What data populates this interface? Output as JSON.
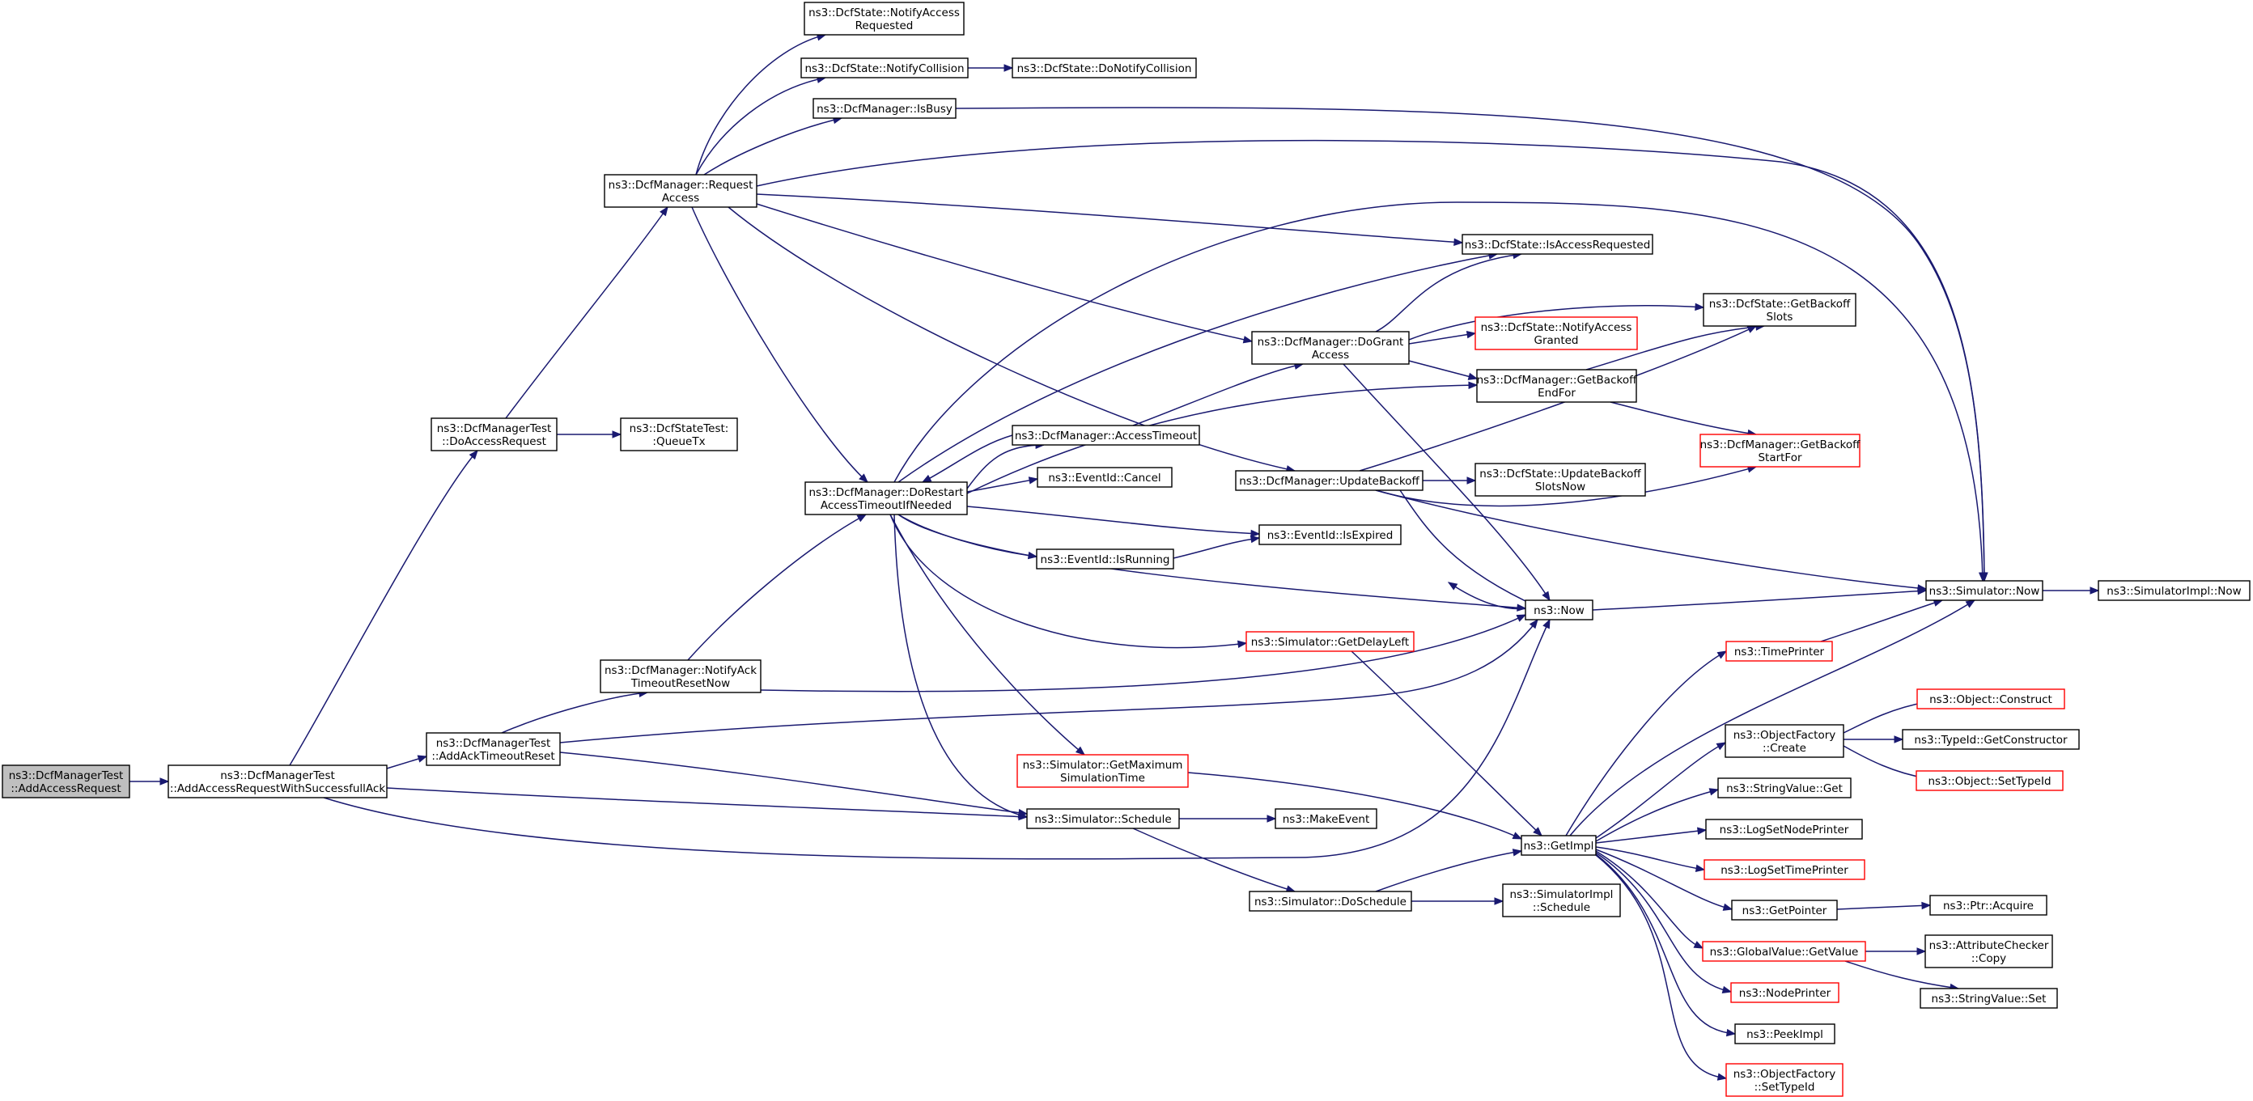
{
  "colors": {
    "edge": "#191970",
    "node_border": "#000000",
    "node_border_truncated": "#ff0000",
    "node_fill": "#ffffff",
    "root_fill": "#bfbfbf",
    "text": "#000000"
  },
  "nodes": [
    {
      "id": "root",
      "lines": [
        "ns3::DcfManagerTest",
        "::AddAccessRequest"
      ],
      "root": true
    },
    {
      "id": "n_addacc",
      "lines": [
        "ns3::DcfManagerTest",
        "::AddAccessRequestWithSuccessfullAck"
      ]
    },
    {
      "id": "n_doaccreq",
      "lines": [
        "ns3::DcfManagerTest",
        "::DoAccessRequest"
      ]
    },
    {
      "id": "n_queuetx",
      "lines": [
        "ns3::DcfStateTest:",
        ":QueueTx"
      ]
    },
    {
      "id": "n_reqacc",
      "lines": [
        "ns3::DcfManager::Request",
        "Access"
      ]
    },
    {
      "id": "n_notifyaccreq",
      "lines": [
        "ns3::DcfState::NotifyAccess",
        "Requested"
      ]
    },
    {
      "id": "n_notifycoll",
      "lines": [
        "ns3::DcfState::NotifyCollision"
      ]
    },
    {
      "id": "n_donotifycoll",
      "lines": [
        "ns3::DcfState::DoNotifyCollision"
      ]
    },
    {
      "id": "n_isbusy",
      "lines": [
        "ns3::DcfManager::IsBusy"
      ]
    },
    {
      "id": "n_isaccreq",
      "lines": [
        "ns3::DcfState::IsAccessRequested"
      ]
    },
    {
      "id": "n_getbackoffslots",
      "lines": [
        "ns3::DcfState::GetBackoff",
        "Slots"
      ]
    },
    {
      "id": "n_dogrant",
      "lines": [
        "ns3::DcfManager::DoGrant",
        "Access"
      ]
    },
    {
      "id": "n_notifyaccgranted",
      "lines": [
        "ns3::DcfState::NotifyAccess",
        "Granted"
      ],
      "truncated": true
    },
    {
      "id": "n_getbackoffendfor",
      "lines": [
        "ns3::DcfManager::GetBackoff",
        "EndFor"
      ]
    },
    {
      "id": "n_getbackoffstartfor",
      "lines": [
        "ns3::DcfManager::GetBackoff",
        "StartFor"
      ],
      "truncated": true
    },
    {
      "id": "n_acctimeout",
      "lines": [
        "ns3::DcfManager::AccessTimeout"
      ]
    },
    {
      "id": "n_updatebackoff",
      "lines": [
        "ns3::DcfManager::UpdateBackoff"
      ]
    },
    {
      "id": "n_updbackoffslots",
      "lines": [
        "ns3::DcfState::UpdateBackoff",
        "SlotsNow"
      ]
    },
    {
      "id": "n_dorestart",
      "lines": [
        "ns3::DcfManager::DoRestart",
        "AccessTimeoutIfNeeded"
      ]
    },
    {
      "id": "n_cancel",
      "lines": [
        "ns3::EventId::Cancel"
      ]
    },
    {
      "id": "n_isrunning",
      "lines": [
        "ns3::EventId::IsRunning"
      ]
    },
    {
      "id": "n_isexpired",
      "lines": [
        "ns3::EventId::IsExpired"
      ]
    },
    {
      "id": "n_now",
      "lines": [
        "ns3::Now"
      ]
    },
    {
      "id": "n_simnow",
      "lines": [
        "ns3::Simulator::Now"
      ]
    },
    {
      "id": "n_simimplnow",
      "lines": [
        "ns3::SimulatorImpl::Now"
      ]
    },
    {
      "id": "n_getdelayleft",
      "lines": [
        "ns3::Simulator::GetDelayLeft"
      ],
      "truncated": true
    },
    {
      "id": "n_timeprinter",
      "lines": [
        "ns3::TimePrinter"
      ],
      "truncated": true
    },
    {
      "id": "n_notifyacktimeout",
      "lines": [
        "ns3::DcfManager::NotifyAck",
        "TimeoutResetNow"
      ]
    },
    {
      "id": "n_addacktimeoutreset",
      "lines": [
        "ns3::DcfManagerTest",
        "::AddAckTimeoutReset"
      ]
    },
    {
      "id": "n_objfactcreate",
      "lines": [
        "ns3::ObjectFactory",
        "::Create"
      ]
    },
    {
      "id": "n_objconstruct",
      "lines": [
        "ns3::Object::Construct"
      ],
      "truncated": true
    },
    {
      "id": "n_getconstructor",
      "lines": [
        "ns3::TypeId::GetConstructor"
      ]
    },
    {
      "id": "n_objsettypeid",
      "lines": [
        "ns3::Object::SetTypeId"
      ],
      "truncated": true
    },
    {
      "id": "n_getmaxsim",
      "lines": [
        "ns3::Simulator::GetMaximum",
        "SimulationTime"
      ],
      "truncated": true
    },
    {
      "id": "n_stringvalueget",
      "lines": [
        "ns3::StringValue::Get"
      ]
    },
    {
      "id": "n_schedule",
      "lines": [
        "ns3::Simulator::Schedule"
      ]
    },
    {
      "id": "n_makeevent",
      "lines": [
        "ns3::MakeEvent"
      ]
    },
    {
      "id": "n_getimpl",
      "lines": [
        "ns3::GetImpl"
      ]
    },
    {
      "id": "n_lognodeprinter",
      "lines": [
        "ns3::LogSetNodePrinter"
      ]
    },
    {
      "id": "n_logtimeprinter",
      "lines": [
        "ns3::LogSetTimePrinter"
      ],
      "truncated": true
    },
    {
      "id": "n_doschedule",
      "lines": [
        "ns3::Simulator::DoSchedule"
      ]
    },
    {
      "id": "n_simimplschedule",
      "lines": [
        "ns3::SimulatorImpl",
        "::Schedule"
      ]
    },
    {
      "id": "n_getpointer",
      "lines": [
        "ns3::GetPointer"
      ]
    },
    {
      "id": "n_ptracquire",
      "lines": [
        "ns3::Ptr::Acquire"
      ]
    },
    {
      "id": "n_globalgetvalue",
      "lines": [
        "ns3::GlobalValue::GetValue"
      ],
      "truncated": true
    },
    {
      "id": "n_attrcheckercopy",
      "lines": [
        "ns3::AttributeChecker",
        "::Copy"
      ]
    },
    {
      "id": "n_stringvalueset",
      "lines": [
        "ns3::StringValue::Set"
      ]
    },
    {
      "id": "n_nodeprinter",
      "lines": [
        "ns3::NodePrinter"
      ],
      "truncated": true
    },
    {
      "id": "n_peekimpl",
      "lines": [
        "ns3::PeekImpl"
      ]
    },
    {
      "id": "n_objfactsettypeid",
      "lines": [
        "ns3::ObjectFactory",
        "::SetTypeId"
      ],
      "truncated": true
    }
  ],
  "edges": [
    [
      "root",
      "n_addacc"
    ],
    [
      "n_addacc",
      "n_doaccreq"
    ],
    [
      "n_addacc",
      "n_addacktimeoutreset"
    ],
    [
      "n_addacc",
      "n_schedule"
    ],
    [
      "n_addacc",
      "n_now"
    ],
    [
      "n_doaccreq",
      "n_queuetx"
    ],
    [
      "n_doaccreq",
      "n_reqacc"
    ],
    [
      "n_reqacc",
      "n_notifyaccreq"
    ],
    [
      "n_reqacc",
      "n_notifycoll"
    ],
    [
      "n_reqacc",
      "n_isbusy"
    ],
    [
      "n_reqacc",
      "n_isaccreq"
    ],
    [
      "n_reqacc",
      "n_dogrant"
    ],
    [
      "n_reqacc",
      "n_updatebackoff"
    ],
    [
      "n_reqacc",
      "n_simnow"
    ],
    [
      "n_reqacc",
      "n_dorestart"
    ],
    [
      "n_notifycoll",
      "n_donotifycoll"
    ],
    [
      "n_isbusy",
      "n_simnow"
    ],
    [
      "n_dogrant",
      "n_isaccreq"
    ],
    [
      "n_dogrant",
      "n_getbackoffslots"
    ],
    [
      "n_dogrant",
      "n_notifyaccgranted"
    ],
    [
      "n_dogrant",
      "n_getbackoffendfor"
    ],
    [
      "n_dogrant",
      "n_now"
    ],
    [
      "n_getbackoffendfor",
      "n_getbackoffslots"
    ],
    [
      "n_getbackoffendfor",
      "n_getbackoffstartfor"
    ],
    [
      "n_acctimeout",
      "n_dogrant"
    ],
    [
      "n_acctimeout",
      "n_dorestart"
    ],
    [
      "n_updatebackoff",
      "n_updbackoffslots"
    ],
    [
      "n_updatebackoff",
      "n_getbackoffslots"
    ],
    [
      "n_updatebackoff",
      "n_getbackoffstartfor"
    ],
    [
      "n_updatebackoff",
      "n_now"
    ],
    [
      "n_updatebackoff",
      "n_simnow"
    ],
    [
      "n_dorestart",
      "n_isaccreq"
    ],
    [
      "n_dorestart",
      "n_getbackoffendfor"
    ],
    [
      "n_dorestart",
      "n_acctimeout"
    ],
    [
      "n_dorestart",
      "n_cancel"
    ],
    [
      "n_dorestart",
      "n_isrunning"
    ],
    [
      "n_dorestart",
      "n_isexpired"
    ],
    [
      "n_dorestart",
      "n_now"
    ],
    [
      "n_dorestart",
      "n_getdelayleft"
    ],
    [
      "n_dorestart",
      "n_getmaxsim"
    ],
    [
      "n_dorestart",
      "n_schedule"
    ],
    [
      "n_dorestart",
      "n_simnow"
    ],
    [
      "n_isrunning",
      "n_isexpired"
    ],
    [
      "n_now",
      "n_simnow"
    ],
    [
      "n_simnow",
      "n_simimplnow"
    ],
    [
      "n_getdelayleft",
      "n_getimpl"
    ],
    [
      "n_notifyacktimeout",
      "n_dorestart"
    ],
    [
      "n_notifyacktimeout",
      "n_now"
    ],
    [
      "n_addacktimeoutreset",
      "n_notifyacktimeout"
    ],
    [
      "n_addacktimeoutreset",
      "n_schedule"
    ],
    [
      "n_addacktimeoutreset",
      "n_now"
    ],
    [
      "n_timeprinter",
      "n_simnow"
    ],
    [
      "n_getmaxsim",
      "n_getimpl"
    ],
    [
      "n_schedule",
      "n_makeevent"
    ],
    [
      "n_schedule",
      "n_doschedule"
    ],
    [
      "n_doschedule",
      "n_getimpl"
    ],
    [
      "n_doschedule",
      "n_simimplschedule"
    ],
    [
      "n_getimpl",
      "n_timeprinter"
    ],
    [
      "n_getimpl",
      "n_simnow"
    ],
    [
      "n_getimpl",
      "n_objfactcreate"
    ],
    [
      "n_getimpl",
      "n_stringvalueget"
    ],
    [
      "n_getimpl",
      "n_lognodeprinter"
    ],
    [
      "n_getimpl",
      "n_logtimeprinter"
    ],
    [
      "n_getimpl",
      "n_getpointer"
    ],
    [
      "n_getimpl",
      "n_globalgetvalue"
    ],
    [
      "n_getimpl",
      "n_nodeprinter"
    ],
    [
      "n_getimpl",
      "n_peekimpl"
    ],
    [
      "n_getimpl",
      "n_objfactsettypeid"
    ],
    [
      "n_objfactcreate",
      "n_objconstruct"
    ],
    [
      "n_objfactcreate",
      "n_getconstructor"
    ],
    [
      "n_objfactcreate",
      "n_objsettypeid"
    ],
    [
      "n_getpointer",
      "n_ptracquire"
    ],
    [
      "n_globalgetvalue",
      "n_attrcheckercopy"
    ],
    [
      "n_globalgetvalue",
      "n_stringvalueset"
    ]
  ]
}
